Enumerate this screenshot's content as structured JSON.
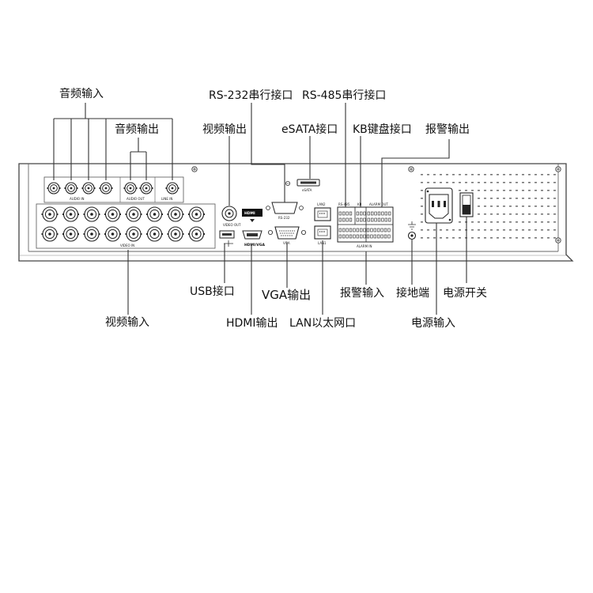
{
  "callouts": {
    "audio_in": "音频输入",
    "audio_out": "音频输出",
    "video_out": "视频输出",
    "rs232": "RS-232串行接口",
    "esata": "eSATA接口",
    "rs485": "RS-485串行接口",
    "kb": "KB键盘接口",
    "alarm_out": "报警输出",
    "usb": "USB接口",
    "vga": "VGA输出",
    "alarm_in": "报警输入",
    "ground": "接地端",
    "power_switch": "电源开关",
    "video_in": "视频输入",
    "hdmi": "HDMI输出",
    "lan": "LAN以太网口",
    "power_in": "电源输入"
  },
  "panel_labels": {
    "audio_in": "AUDIO IN",
    "audio_out": "AUDIO OUT",
    "line_in": "LINE IN",
    "video_out": "VIDEO OUT",
    "video_in": "VIDEO IN",
    "rs232": "RS-232",
    "esata": "eSATA",
    "lan2": "LAN2",
    "lan1": "LAN1",
    "vga": "VGA",
    "hdmi_logo": "HDMI",
    "hdmi": "HDMI/VGA",
    "rs485": "RS-485",
    "kb": "KB",
    "alarm_out": "ALARM OUT",
    "alarm_in": "ALARM IN"
  }
}
